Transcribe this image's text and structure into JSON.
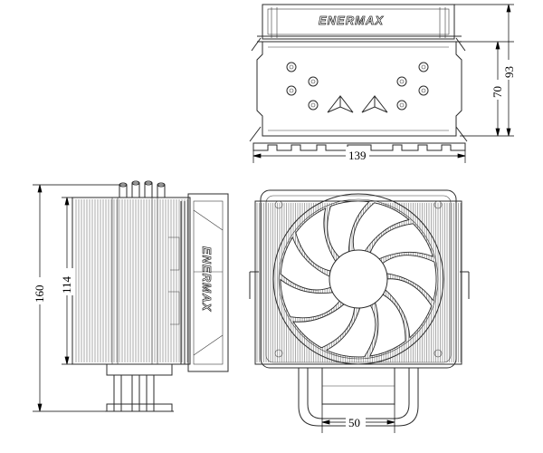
{
  "drawing": {
    "brand": "ENERMAX",
    "dimensions": {
      "top_width": "139",
      "top_height_inner": "70",
      "top_height_outer": "93",
      "side_height_outer": "160",
      "side_height_inner": "114",
      "front_base_width": "50"
    }
  }
}
